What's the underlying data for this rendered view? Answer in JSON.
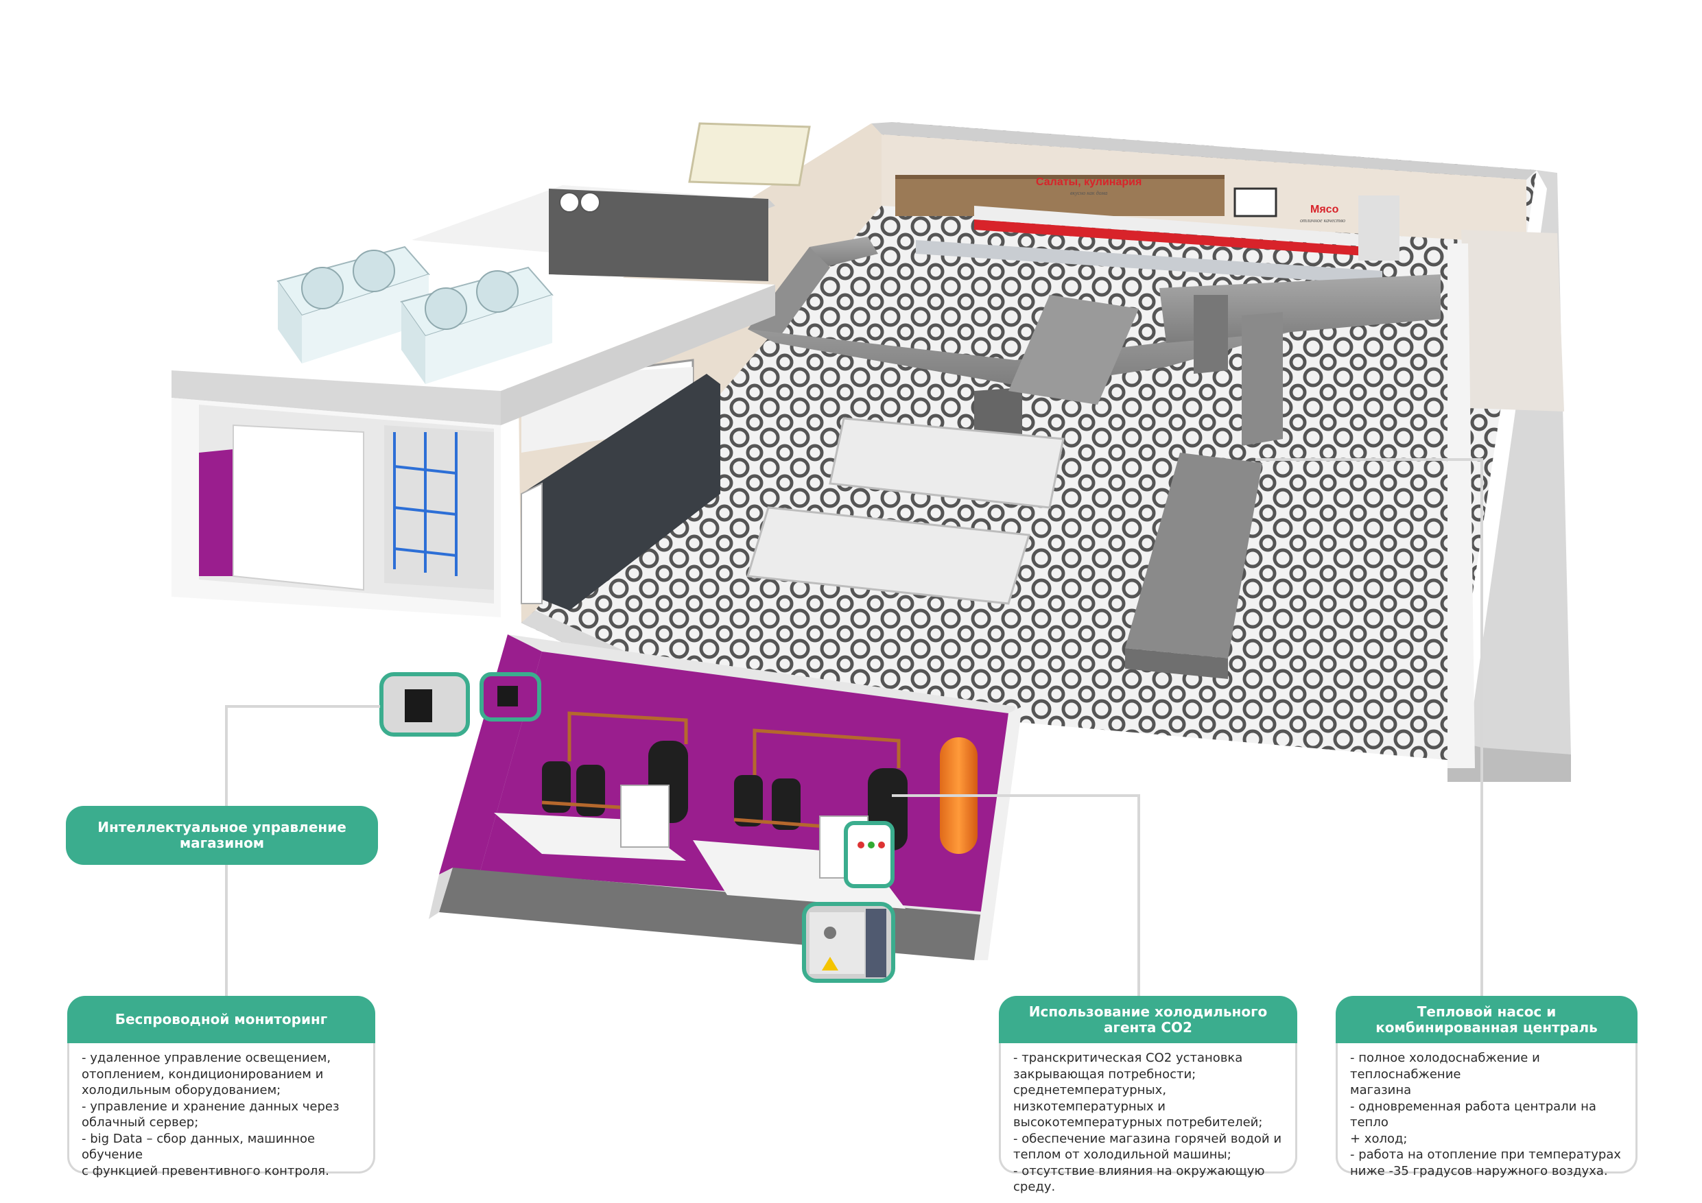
{
  "callouts": {
    "smart_management": {
      "title": "Интеллектуальное управление магазином"
    },
    "wireless_monitoring": {
      "title": "Беспроводной мониторинг",
      "lines": [
        "- удаленное управление освещением,",
        "отоплением, кондиционированием и",
        "холодильным оборудованием;",
        "- управление и хранение данных через",
        "облачный сервер;",
        "- big Data – сбор данных, машинное обучение",
        " с функцией превентивного контроля."
      ]
    },
    "co2_refrigerant": {
      "title": "Использование холодильного агента СО2",
      "lines": [
        "- транскритическая СО2 установка",
        "закрывающая потребности;",
        "среднетемпературных, низкотемпературных и",
        "высокотемпературных потребителей;",
        "- обеспечение магазина горячей водой и",
        "теплом от холодильной машины;",
        "- отсутствие влияния на окружающую среду."
      ]
    },
    "heat_pump": {
      "title": "Тепловой насос и комбинированная централь",
      "lines": [
        "- полное холодоснабжение и теплоснабжение",
        "магазина",
        "- одновременная работа централи на тепло",
        "+ холод;",
        "- работа на отопление при температурах",
        "ниже -35 градусов наружного воздуха."
      ]
    }
  },
  "store_signs": {
    "salads": "Салаты, кулинария",
    "salads_sub": "вкусно как дома",
    "meat": "Мясо",
    "meat_sub": "отличное качество"
  },
  "colors": {
    "accent_green": "#3bad8e",
    "wall_purple": "#9a1e8e",
    "card_border": "#d7d7d7",
    "sign_red": "#d8232a"
  }
}
